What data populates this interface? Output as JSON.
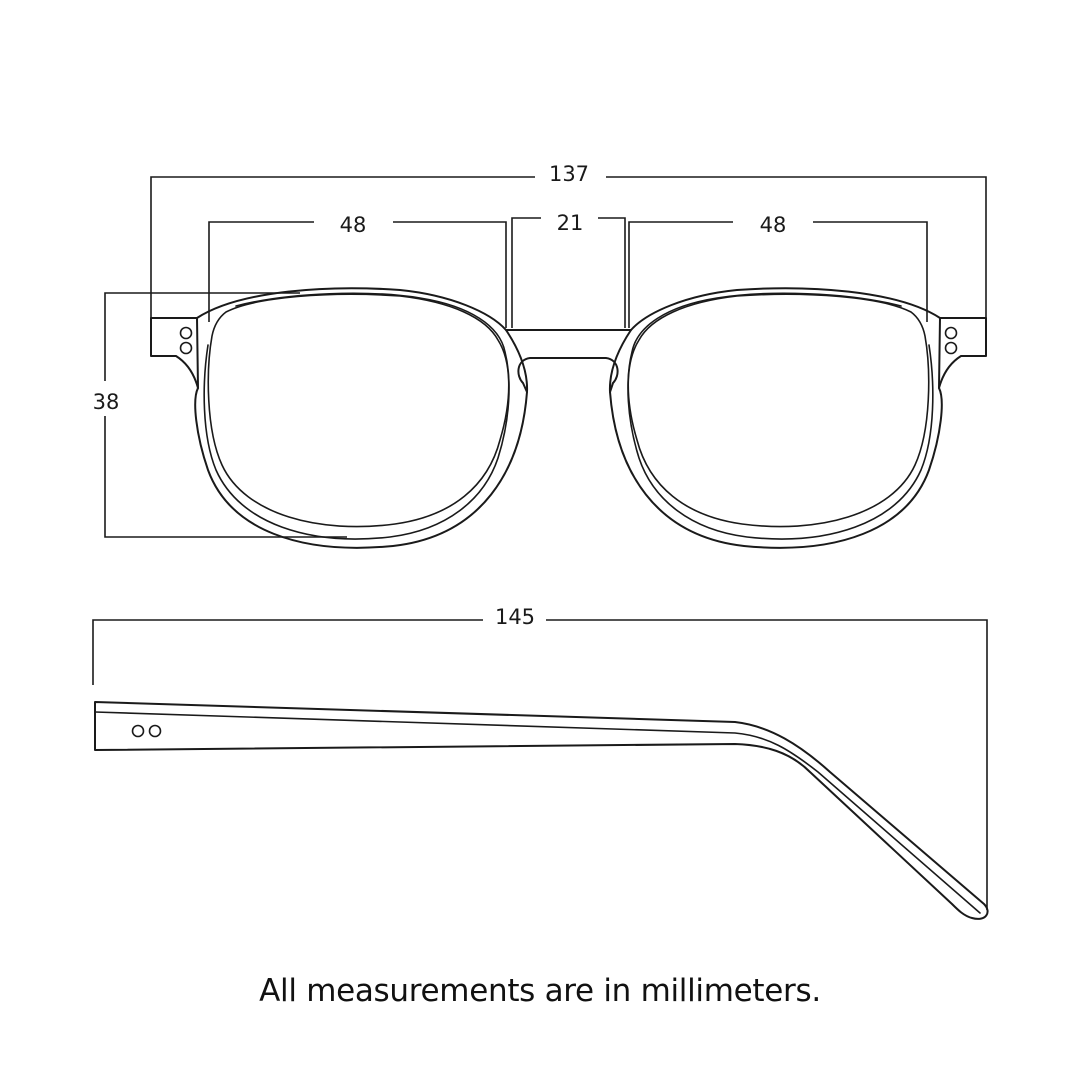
{
  "front_view": {
    "total_width": "137",
    "lens_width_left": "48",
    "bridge_width": "21",
    "lens_width_right": "48",
    "lens_height": "38"
  },
  "side_view": {
    "temple_length": "145"
  },
  "caption": "All measurements are in millimeters.",
  "colors": {
    "line": "#1a1a1a",
    "background": "#ffffff"
  }
}
